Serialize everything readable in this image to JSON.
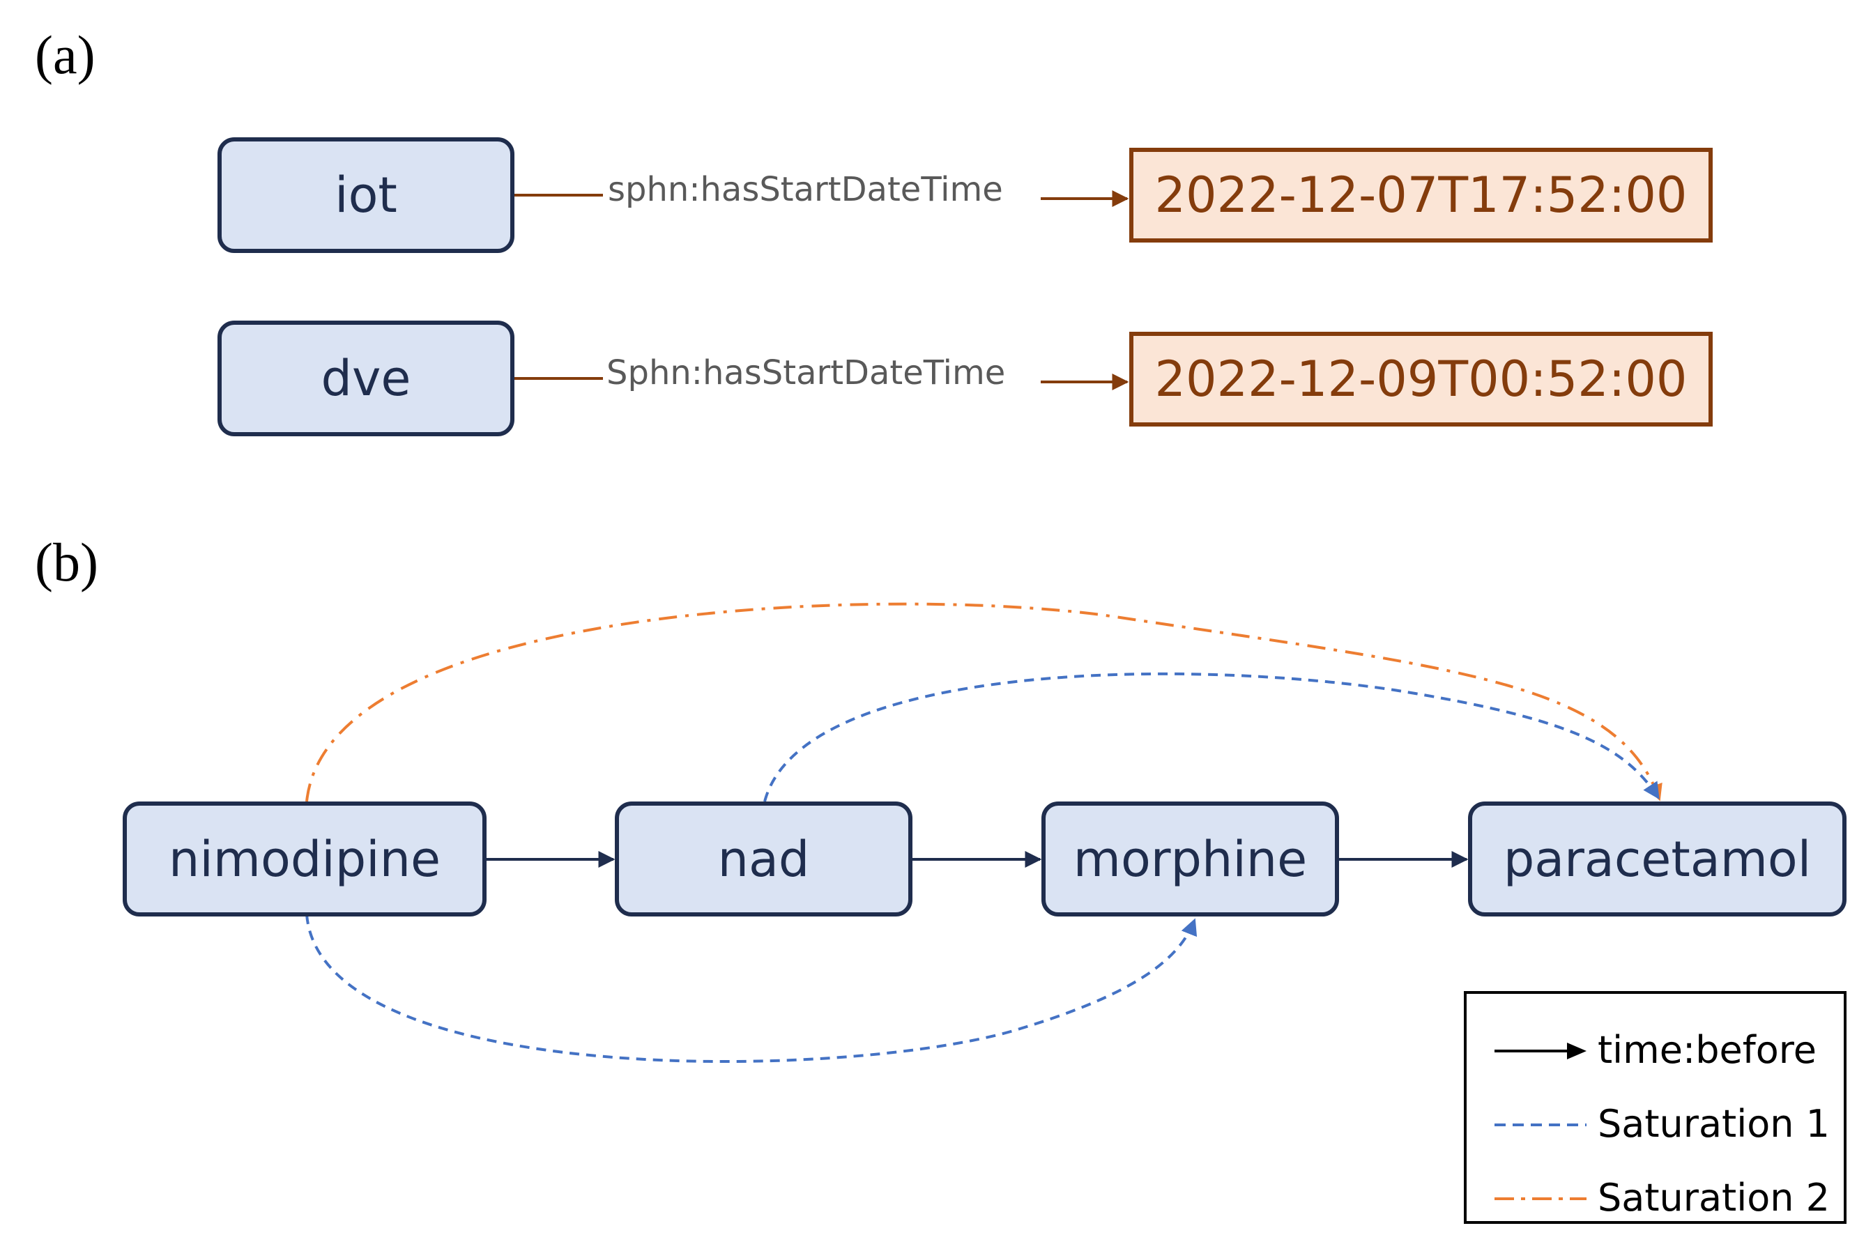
{
  "panels": {
    "a": {
      "label": "(a)",
      "triples": [
        {
          "subject": "iot",
          "predicate": "sphn:hasStartDateTime",
          "object": "2022-12-07T17:52:00"
        },
        {
          "subject": "dve",
          "predicate": "Sphn:hasStartDateTime",
          "object": "2022-12-09T00:52:00"
        }
      ]
    },
    "b": {
      "label": "(b)",
      "nodes": [
        "nimodipine",
        "nad",
        "morphine",
        "paracetamol"
      ],
      "edges": {
        "time_before": [
          {
            "from": "nimodipine",
            "to": "nad"
          },
          {
            "from": "nad",
            "to": "morphine"
          },
          {
            "from": "morphine",
            "to": "paracetamol"
          }
        ],
        "saturation_1": [
          {
            "from": "nad",
            "to": "paracetamol"
          },
          {
            "from": "nimodipine",
            "to": "morphine"
          }
        ],
        "saturation_2": [
          {
            "from": "nimodipine",
            "to": "paracetamol"
          }
        ]
      }
    }
  },
  "legend": [
    {
      "label": "time:before",
      "style": "solid-arrow",
      "color": "#000000"
    },
    {
      "label": "Saturation 1",
      "style": "dashed",
      "color": "#4472c4"
    },
    {
      "label": "Saturation 2",
      "style": "dash-dot",
      "color": "#ed7d31"
    }
  ],
  "colors": {
    "entity_fill": "#dae3f3",
    "entity_border": "#1f2d4d",
    "literal_fill": "#fbe5d6",
    "literal_border": "#843c0c",
    "predicate_arrow": "#843c0c",
    "time_before_arrow": "#1f2d4d",
    "saturation_1": "#4472c4",
    "saturation_2": "#ed7d31"
  }
}
